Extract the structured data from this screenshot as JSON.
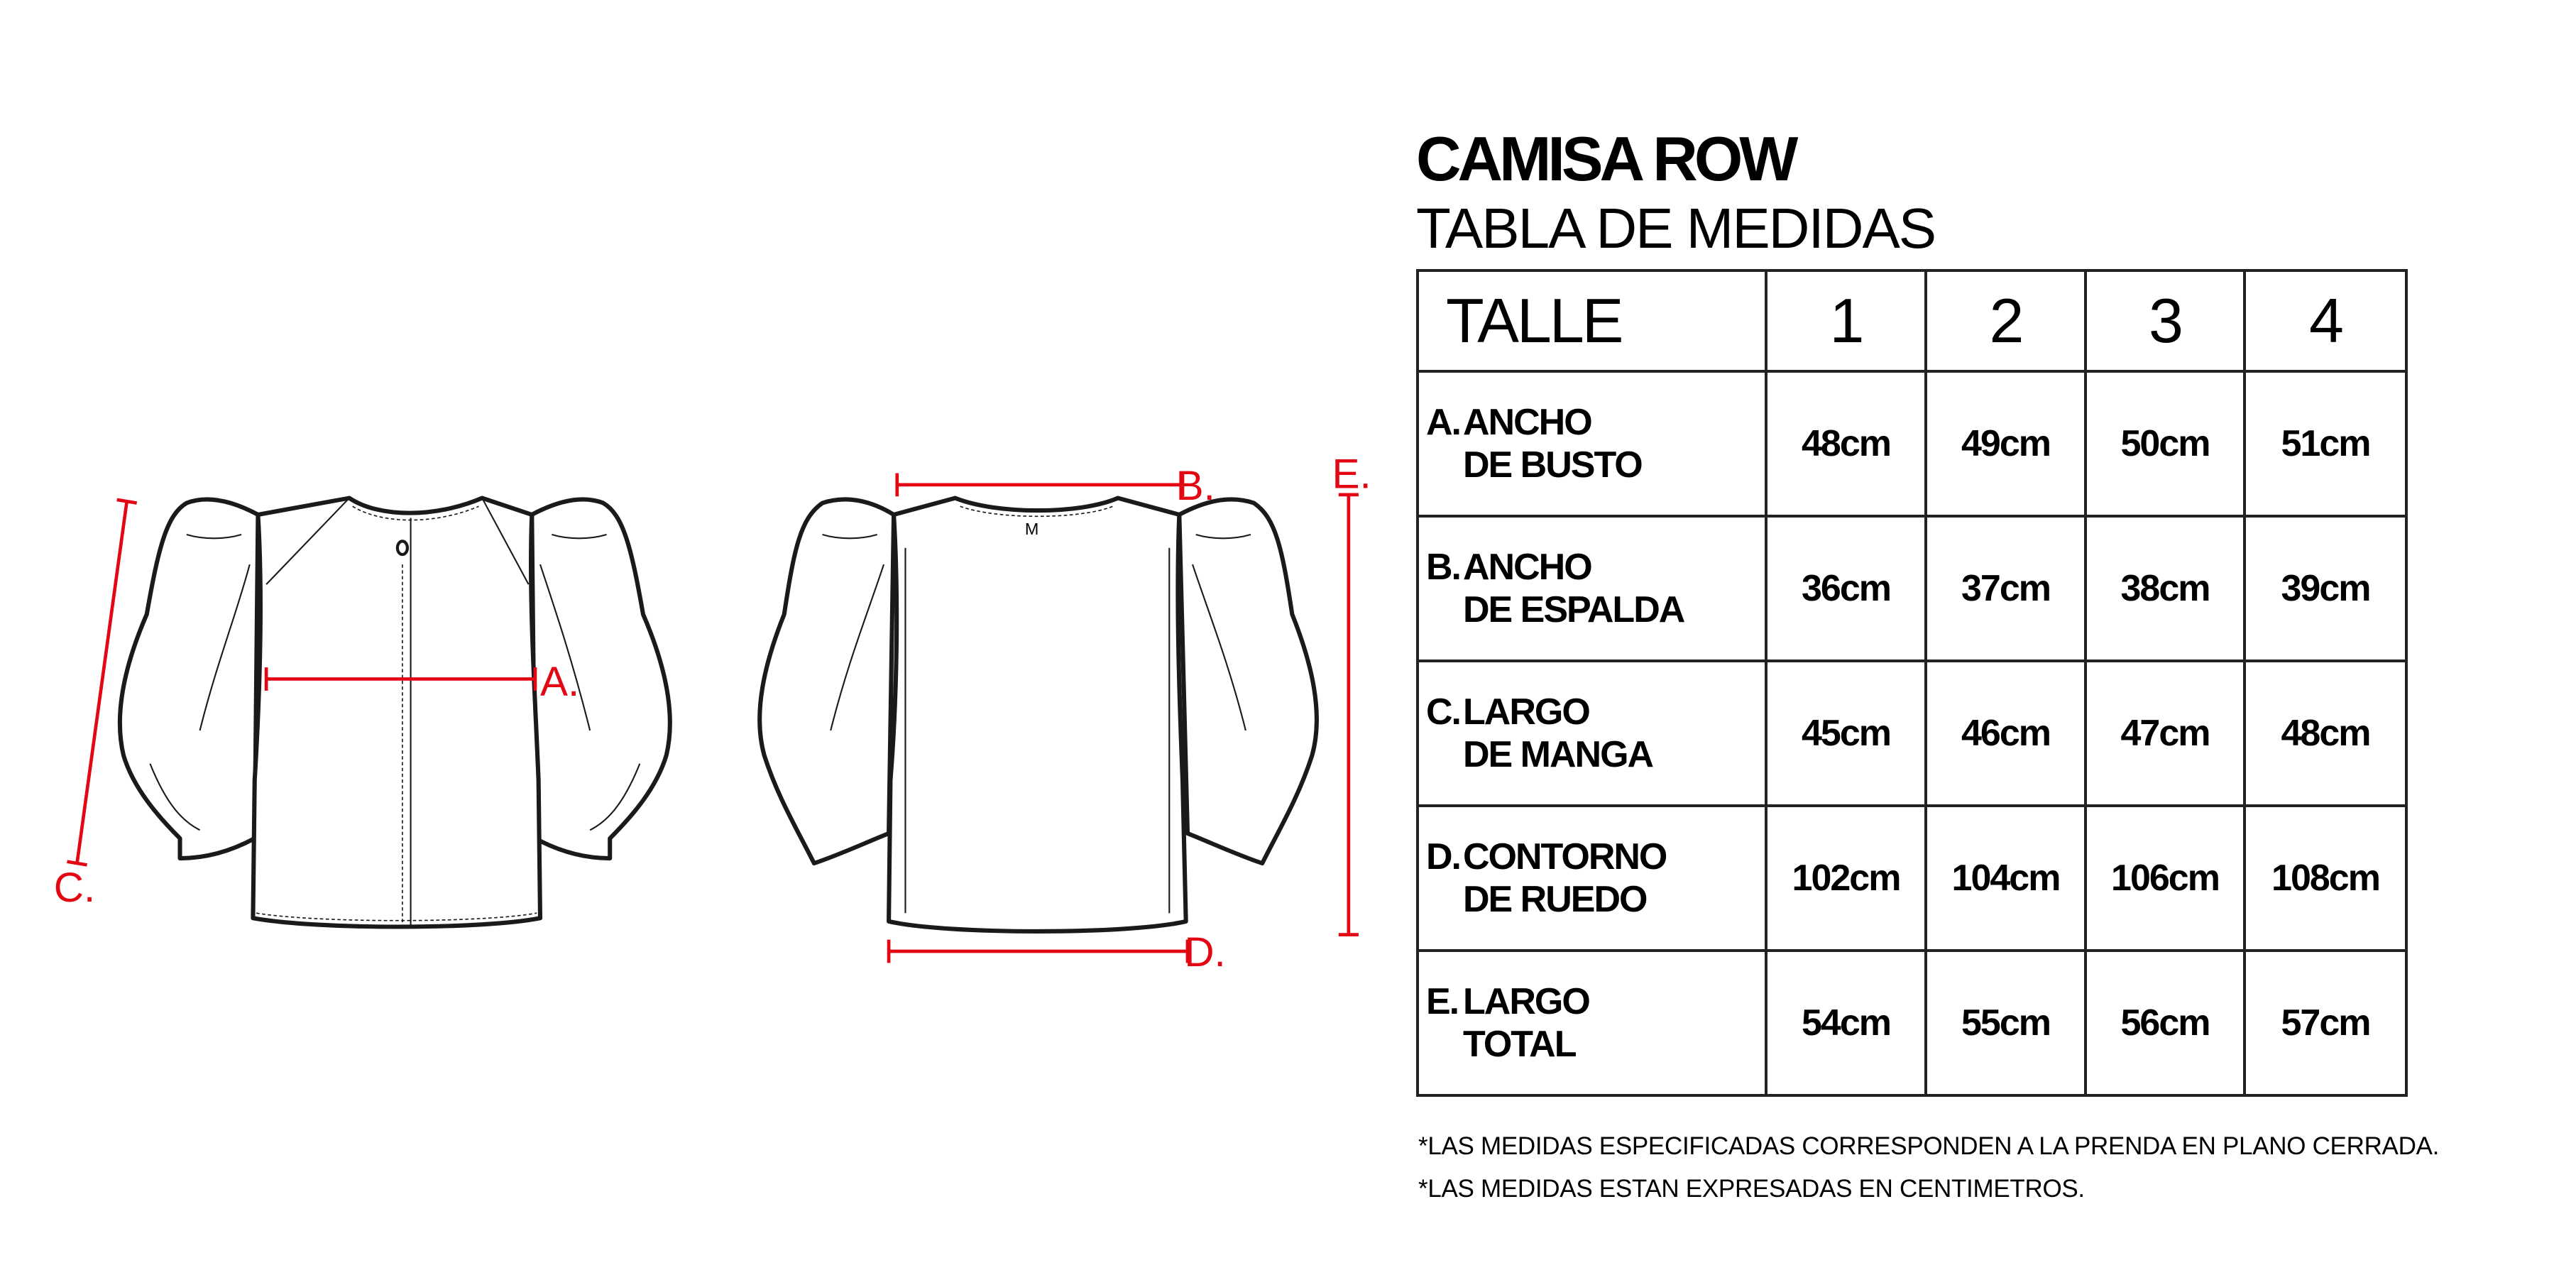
{
  "title": "CAMISA ROW",
  "subtitle": "TABLA DE MEDIDAS",
  "colors": {
    "measure": "#e30613",
    "lines": "#1a1a1a"
  },
  "diagram_labels": {
    "a": "A.",
    "b": "B.",
    "c": "C.",
    "d": "D.",
    "e": "E."
  },
  "table": {
    "header": {
      "label": "TALLE",
      "sizes": [
        "1",
        "2",
        "3",
        "4"
      ]
    },
    "rows": [
      {
        "letter": "A.",
        "line1": "ANCHO",
        "line2": "DE BUSTO",
        "values": [
          "48cm",
          "49cm",
          "50cm",
          "51cm"
        ]
      },
      {
        "letter": "B.",
        "line1": "ANCHO",
        "line2": "DE ESPALDA",
        "values": [
          "36cm",
          "37cm",
          "38cm",
          "39cm"
        ]
      },
      {
        "letter": "C.",
        "line1": "LARGO",
        "line2": "DE MANGA",
        "values": [
          "45cm",
          "46cm",
          "47cm",
          "48cm"
        ]
      },
      {
        "letter": "D.",
        "line1": "CONTORNO",
        "line2": "DE RUEDO",
        "values": [
          "102cm",
          "104cm",
          "106cm",
          "108cm"
        ]
      },
      {
        "letter": "E.",
        "line1": "LARGO",
        "line2": "TOTAL",
        "values": [
          "54cm",
          "55cm",
          "56cm",
          "57cm"
        ]
      }
    ]
  },
  "notes": [
    "*LAS MEDIDAS ESPECIFICADAS CORRESPONDEN A LA PRENDA EN PLANO CERRADA.",
    "*LAS MEDIDAS ESTAN EXPRESADAS EN CENTIMETROS."
  ]
}
